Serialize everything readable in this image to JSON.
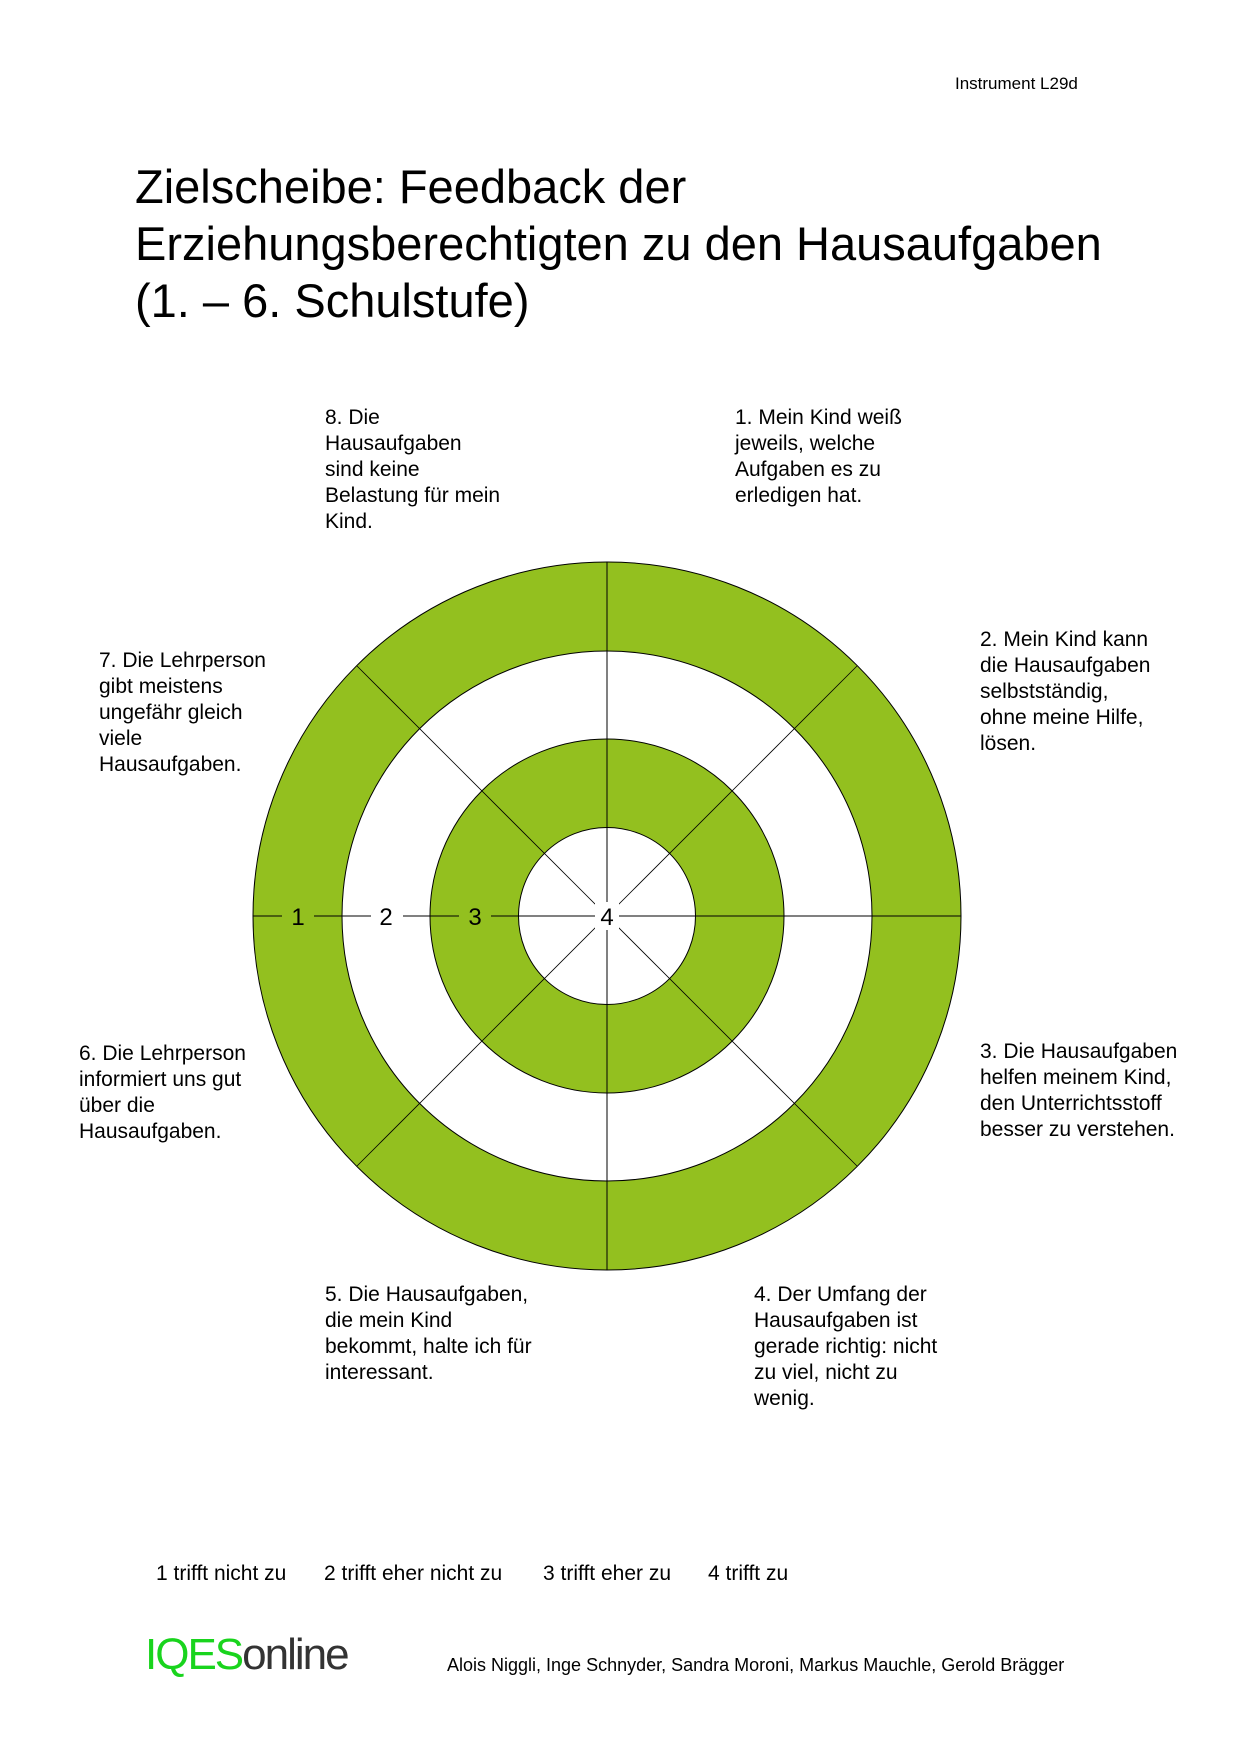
{
  "header": {
    "instrument": "Instrument L29d"
  },
  "title": {
    "lines": [
      "Zielscheibe: Feedback der",
      "Erziehungsberechtigten zu den Hausaufgaben",
      "(1. – 6. Schulstufe)"
    ]
  },
  "items": [
    {
      "lines": [
        "1. Mein Kind weiß",
        "jeweils, welche",
        "Aufgaben es zu",
        "erledigen hat."
      ]
    },
    {
      "lines": [
        "2. Mein Kind kann",
        "die Hausaufgaben",
        "selbstständig,",
        "ohne meine Hilfe,",
        "lösen."
      ]
    },
    {
      "lines": [
        "3. Die Hausaufgaben",
        "helfen meinem Kind,",
        "den Unterrichtsstoff",
        "besser zu verstehen."
      ]
    },
    {
      "lines": [
        "4. Der Umfang der",
        "Hausaufgaben ist",
        "gerade richtig: nicht",
        "zu viel, nicht zu",
        "wenig."
      ]
    },
    {
      "lines": [
        "5. Die Hausaufgaben,",
        "die mein Kind",
        "bekommt, halte ich für",
        "interessant."
      ]
    },
    {
      "lines": [
        "6. Die Lehrperson",
        "informiert uns gut",
        "über die",
        "Hausaufgaben."
      ]
    },
    {
      "lines": [
        "7. Die Lehrperson",
        "gibt meistens",
        "ungefähr gleich",
        "viele",
        "Hausaufgaben."
      ]
    },
    {
      "lines": [
        "8. Die",
        "Hausaufgaben",
        "sind keine",
        "Belastung für mein",
        "Kind."
      ]
    }
  ],
  "scale_labels": [
    "1",
    "2",
    "3",
    "4"
  ],
  "legend": [
    "1 trifft nicht zu",
    "2 trifft eher nicht zu",
    "3 trifft eher zu",
    "4 trifft zu"
  ],
  "footer": {
    "logo_green": "IQES",
    "logo_grey": "online",
    "authors": "Alois Niggli, Inge Schnyder, Sandra Moroni, Markus Mauchle, Gerold Brägger"
  },
  "colors": {
    "ring": "#93c01f",
    "logo": "#19d41d"
  }
}
